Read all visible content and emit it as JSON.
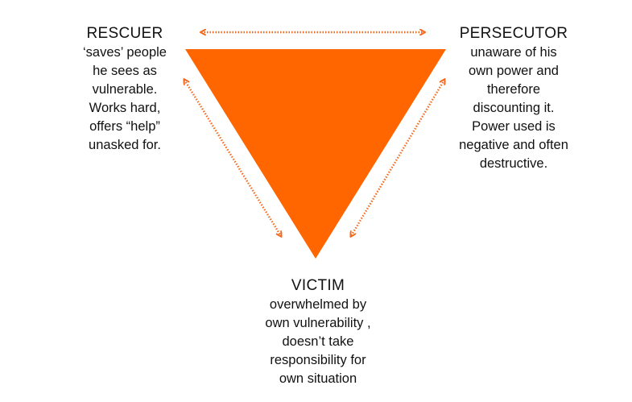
{
  "colors": {
    "triangle": "#ff6600",
    "arrows": "#f26a1f"
  },
  "rescuer": {
    "title": "RESCUER",
    "lines": [
      "‘saves’ people",
      "he sees as",
      "vulnerable.",
      "Works hard,",
      "offers “help”",
      "unasked for."
    ]
  },
  "persecutor": {
    "title": "PERSECUTOR",
    "lines": [
      "unaware of his",
      "own power and",
      "therefore",
      "discounting it.",
      "Power used is",
      "negative and often",
      "destructive."
    ]
  },
  "victim": {
    "title": "VICTIM",
    "lines": [
      "overwhelmed by",
      "own vulnerability ,",
      "doesn’t take",
      "responsibility for",
      "own situation"
    ]
  }
}
